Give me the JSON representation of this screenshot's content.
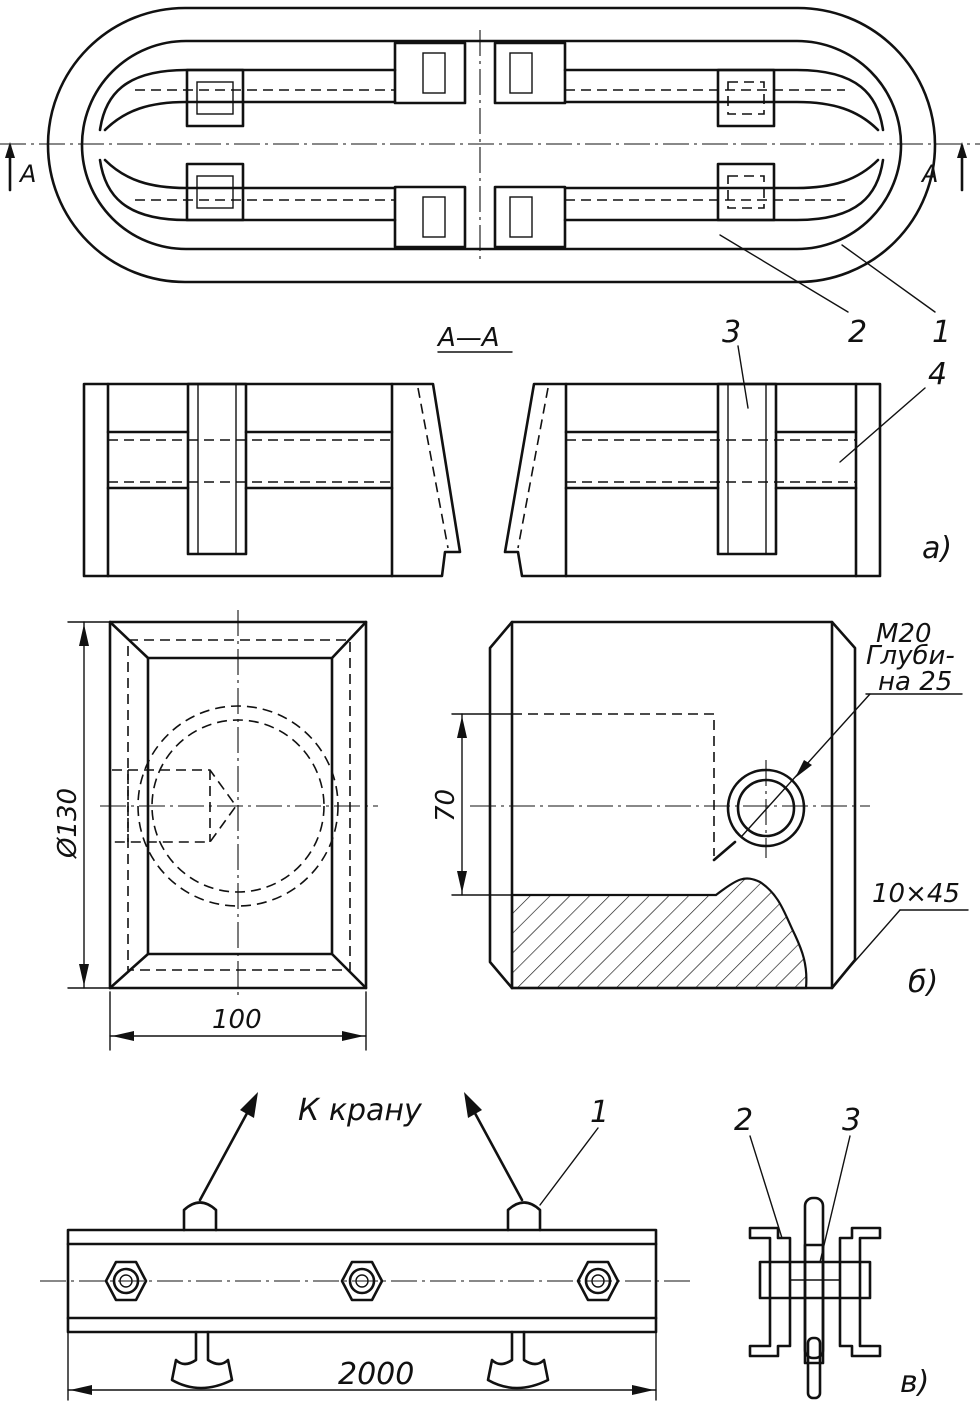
{
  "labels": {
    "section_left": "A",
    "section_right": "A",
    "section_title": "A—A",
    "part_1_top": "1",
    "part_2_top": "2",
    "part_3_mid": "3",
    "part_4_mid": "4",
    "view_a": "а)",
    "dim_diameter": "Ø130",
    "dim_width": "100",
    "dim_height": "70",
    "thread_line1": "М20",
    "thread_line2": "Глуби-",
    "thread_line3": "на 25",
    "chamfer": "10×45",
    "view_b": "б)",
    "to_crane": "К крану",
    "part_1_bottom": "1",
    "part_2_bottom": "2",
    "part_3_bottom": "3",
    "dim_length": "2000",
    "view_v": "в)"
  },
  "colors": {
    "ink": "#111111",
    "paper": "#ffffff"
  }
}
